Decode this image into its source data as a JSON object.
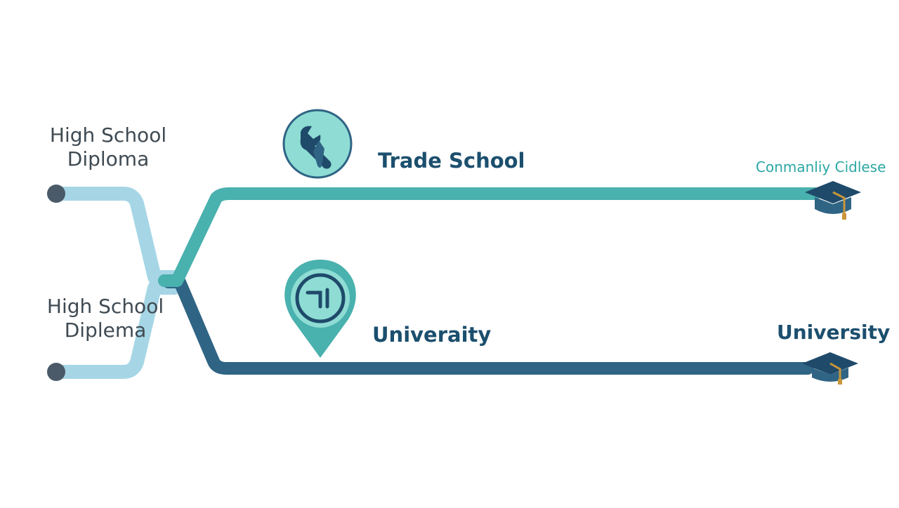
{
  "start_nodes": [
    {
      "line1": "High School",
      "line2": "Diploma"
    },
    {
      "line1": "High School",
      "line2": "Diplema"
    }
  ],
  "paths": {
    "upper": {
      "label": "Trade School",
      "icon": "wrench-icon",
      "end_label": "Conmanliy Cidlese",
      "end_icon": "graduation-cap-icon"
    },
    "lower": {
      "label": "Univeraity",
      "icon": "location-pin-icon",
      "end_label": "University",
      "end_icon": "graduation-cap-icon"
    }
  },
  "colors": {
    "start_line": "#a6d6e6",
    "upper_path": "#49b1ae",
    "lower_path": "#2f6484",
    "node_dot": "#4a5a68",
    "accent_dark": "#1f4a6a",
    "icon_fill": "#8edcd4",
    "label_dark": "#1c4f6e",
    "label_teal": "#2aa7a3"
  }
}
